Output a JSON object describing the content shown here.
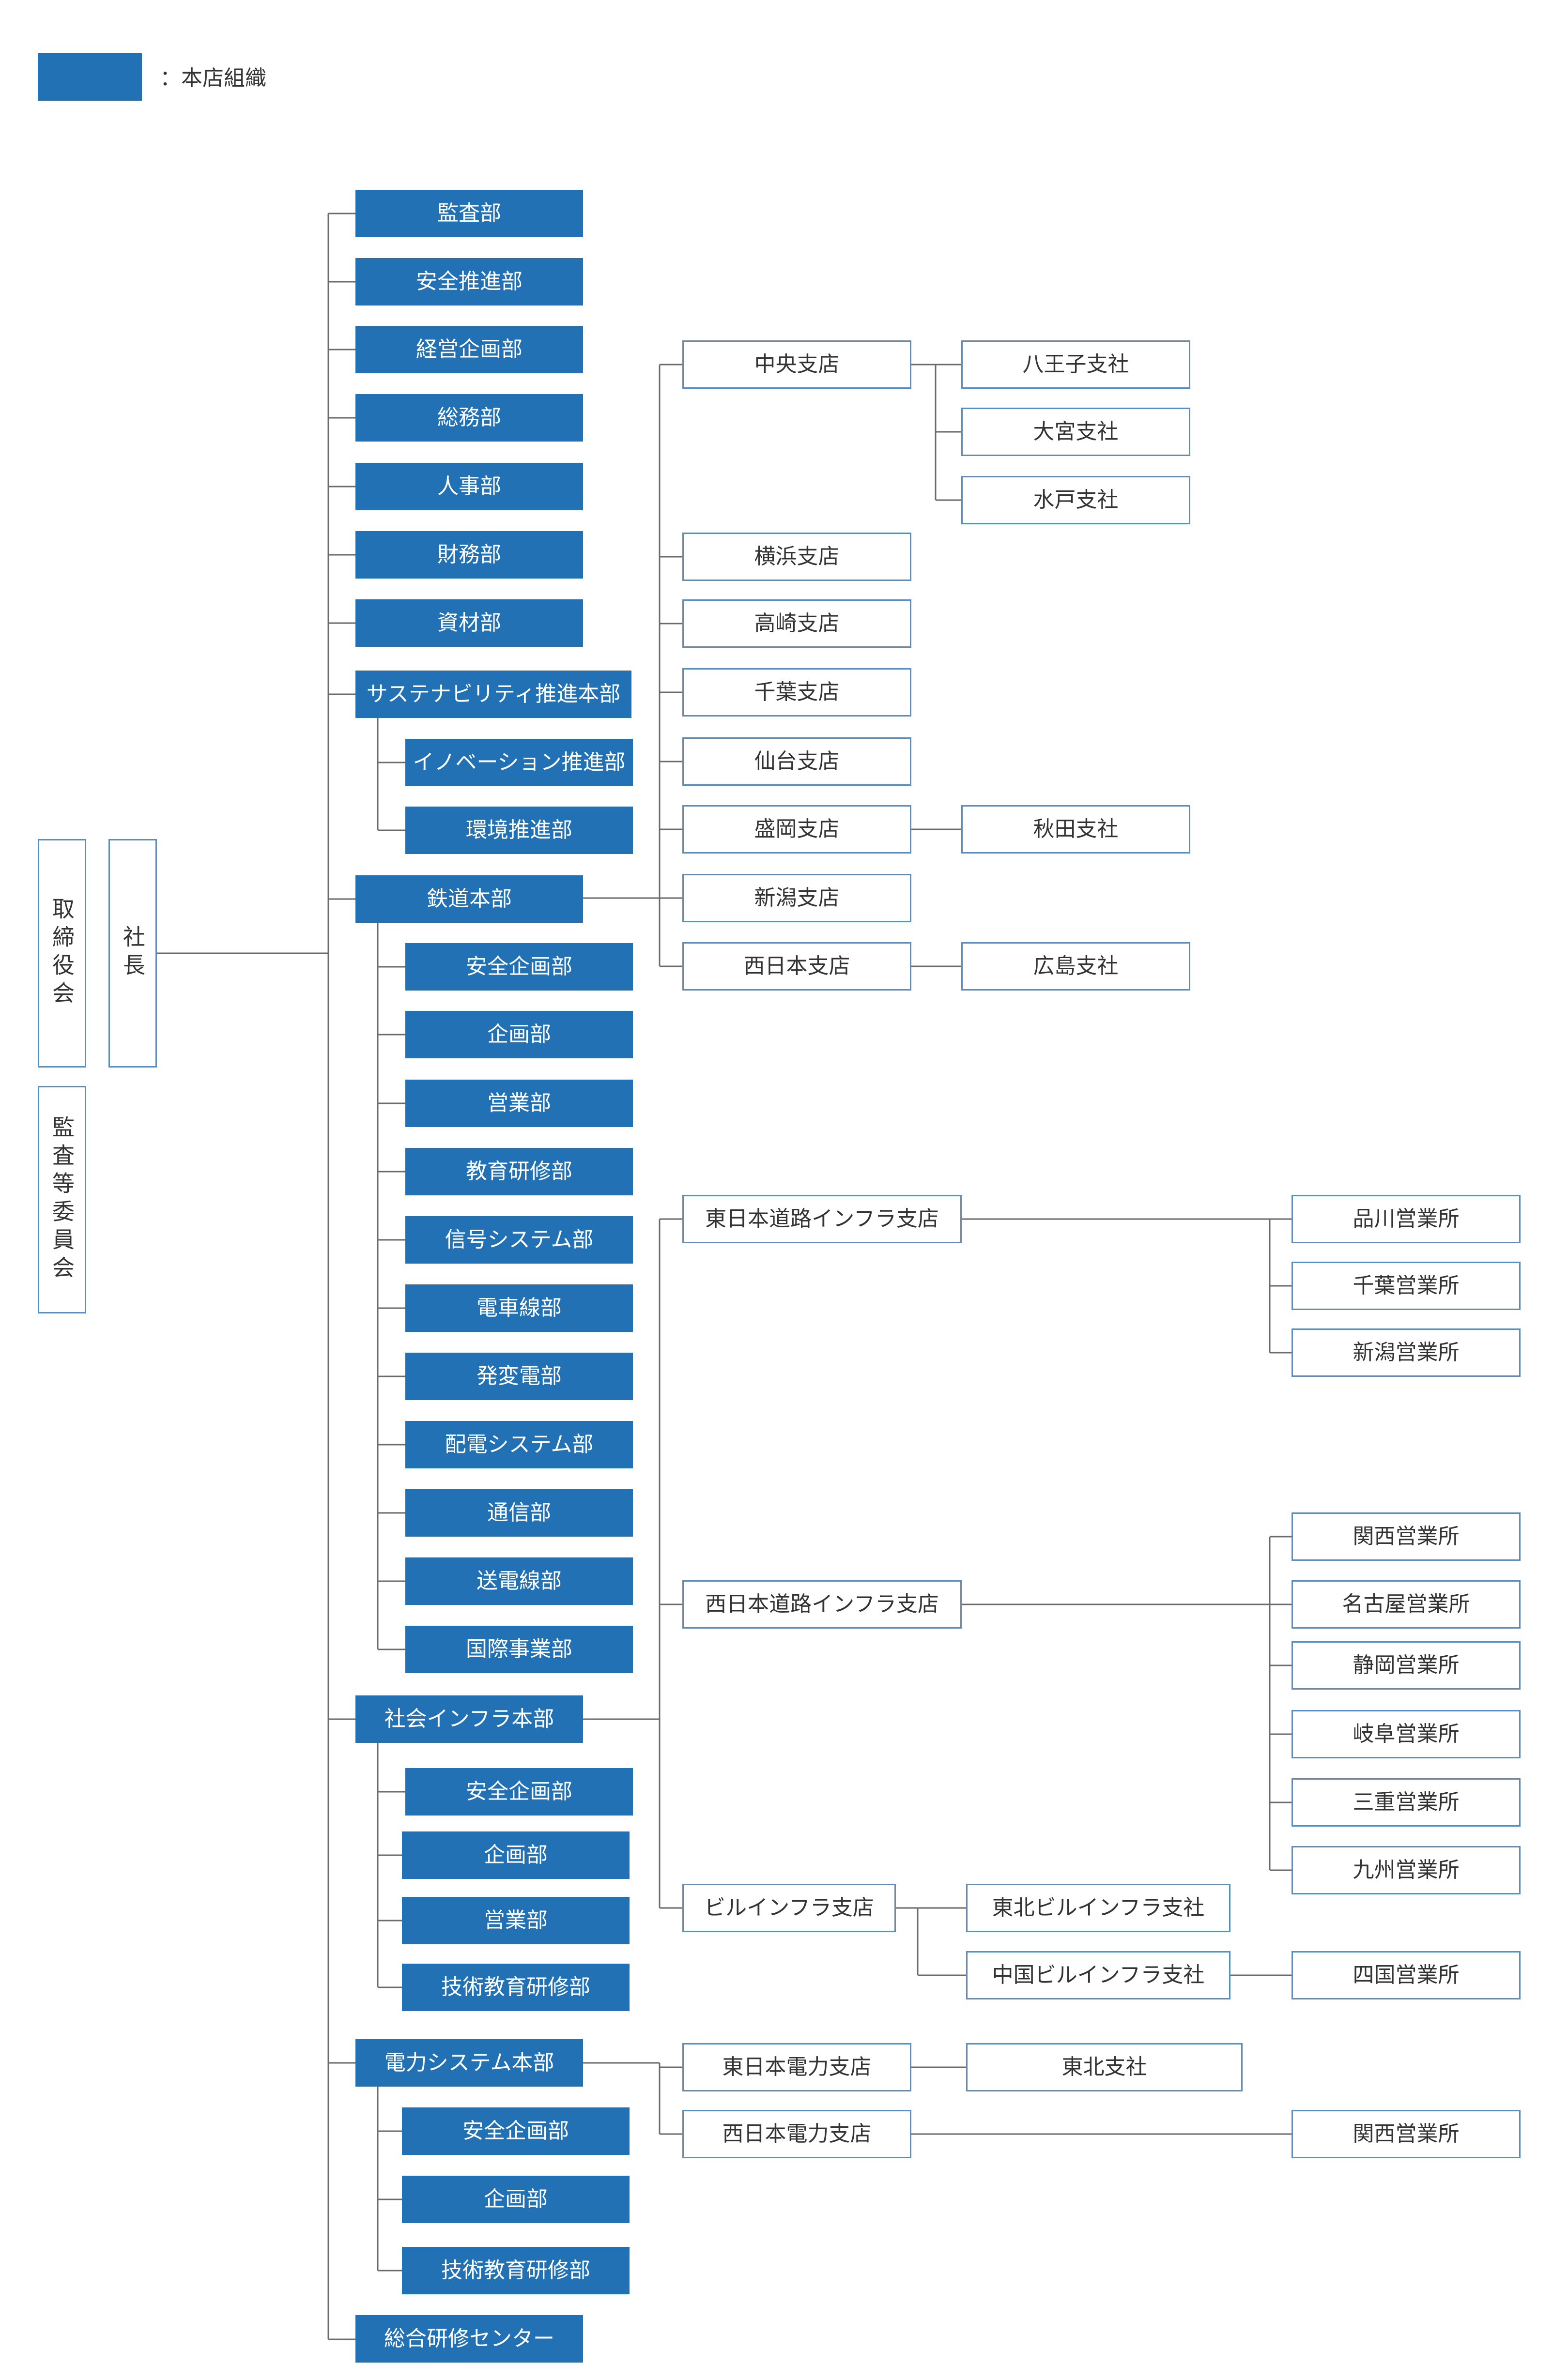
{
  "legend": {
    "label": "：本店組織",
    "color": "#2271b4"
  },
  "colors": {
    "filled": "#2271b4",
    "outline_border": "#5b8ec0",
    "line": "#6b6b6b"
  },
  "nodes": {
    "board": "取締役会",
    "president": "社長",
    "audit_committee": "監査等委員会",
    "audit": "監査部",
    "safety": "安全推進部",
    "planning": "経営企画部",
    "general_affairs": "総務部",
    "hr": "人事部",
    "finance": "財務部",
    "materials": "資材部",
    "sustain": "サステナビリティ推進本部",
    "innovation": "イノベーション推進部",
    "environment": "環境推進部",
    "railway": "鉄道本部",
    "rw_safety": "安全企画部",
    "rw_planning": "企画部",
    "rw_sales": "営業部",
    "rw_education": "教育研修部",
    "rw_signal": "信号システム部",
    "rw_trainline": "電車線部",
    "rw_substation": "発変電部",
    "rw_distribution": "配電システム部",
    "rw_comm": "通信部",
    "rw_transmission": "送電線部",
    "rw_intl": "国際事業部",
    "social": "社会インフラ本部",
    "si_safety": "安全企画部",
    "si_planning": "企画部",
    "si_sales": "営業部",
    "si_tech": "技術教育研修部",
    "power": "電力システム本部",
    "ps_safety": "安全企画部",
    "ps_planning": "企画部",
    "ps_tech": "技術教育研修部",
    "training_center": "総合研修センター",
    "chuo": "中央支店",
    "hachioji": "八王子支社",
    "omiya": "大宮支社",
    "mito": "水戸支社",
    "yokohama": "横浜支店",
    "takasaki": "高崎支店",
    "chiba": "千葉支店",
    "sendai": "仙台支店",
    "morioka": "盛岡支店",
    "akita": "秋田支社",
    "niigata": "新潟支店",
    "nishinihon": "西日本支店",
    "hiroshima": "広島支社",
    "e_road": "東日本道路インフラ支店",
    "shinagawa_office": "品川営業所",
    "chiba_office": "千葉営業所",
    "niigata_office": "新潟営業所",
    "w_road": "西日本道路インフラ支店",
    "kansai_office": "関西営業所",
    "nagoya_office": "名古屋営業所",
    "shizuoka_office": "静岡営業所",
    "gifu_office": "岐阜営業所",
    "mie_office": "三重営業所",
    "kyushu_office": "九州営業所",
    "building": "ビルインフラ支店",
    "tohoku_building": "東北ビルインフラ支社",
    "chugoku_building": "中国ビルインフラ支社",
    "shikoku_office": "四国営業所",
    "e_power": "東日本電力支店",
    "tohoku_branch": "東北支社",
    "w_power": "西日本電力支店",
    "kansai_office2": "関西営業所"
  }
}
